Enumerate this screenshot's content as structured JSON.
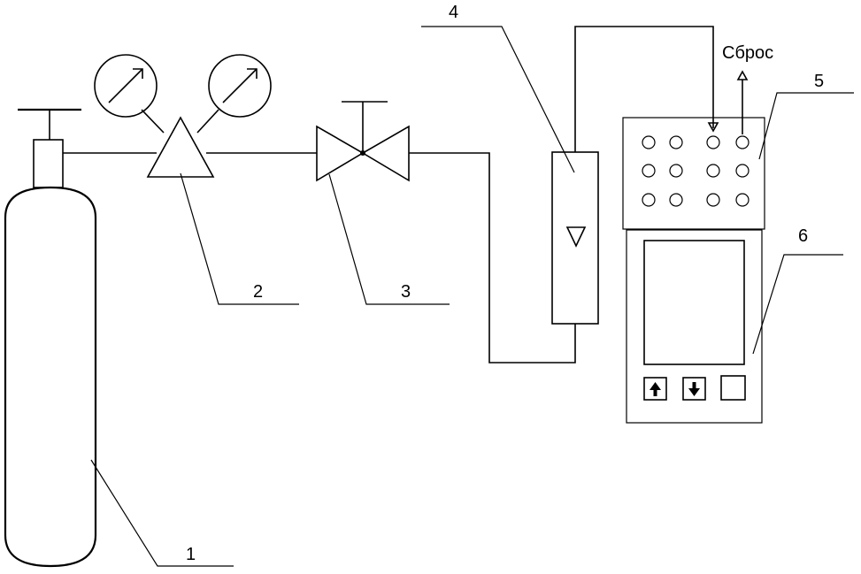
{
  "diagram": {
    "labels": {
      "cylinder": "1",
      "reducer": "2",
      "valve": "3",
      "flowmeter": "4",
      "sensor_block": "5",
      "instrument": "6"
    },
    "exhaust_label": "Сброс",
    "instrument_buttons": [
      "arrow-up-icon",
      "arrow-down-icon",
      "blank-button"
    ]
  }
}
